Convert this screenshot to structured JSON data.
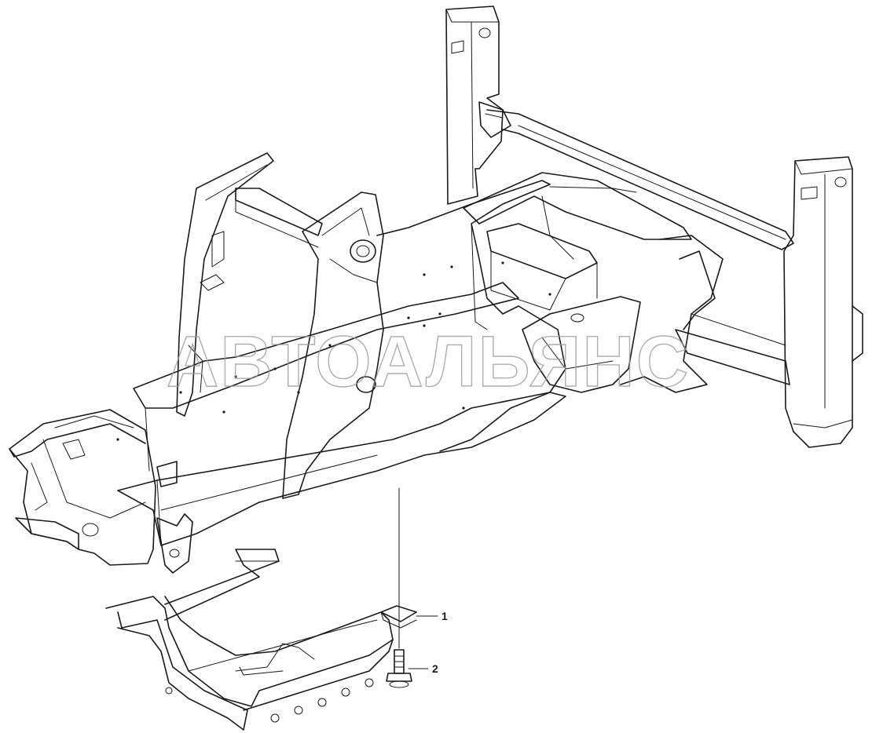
{
  "watermark": "АВТОАЛЬЯНС",
  "callouts": [
    {
      "label": "1",
      "part": "bracket"
    },
    {
      "label": "2",
      "part": "bolt"
    }
  ]
}
